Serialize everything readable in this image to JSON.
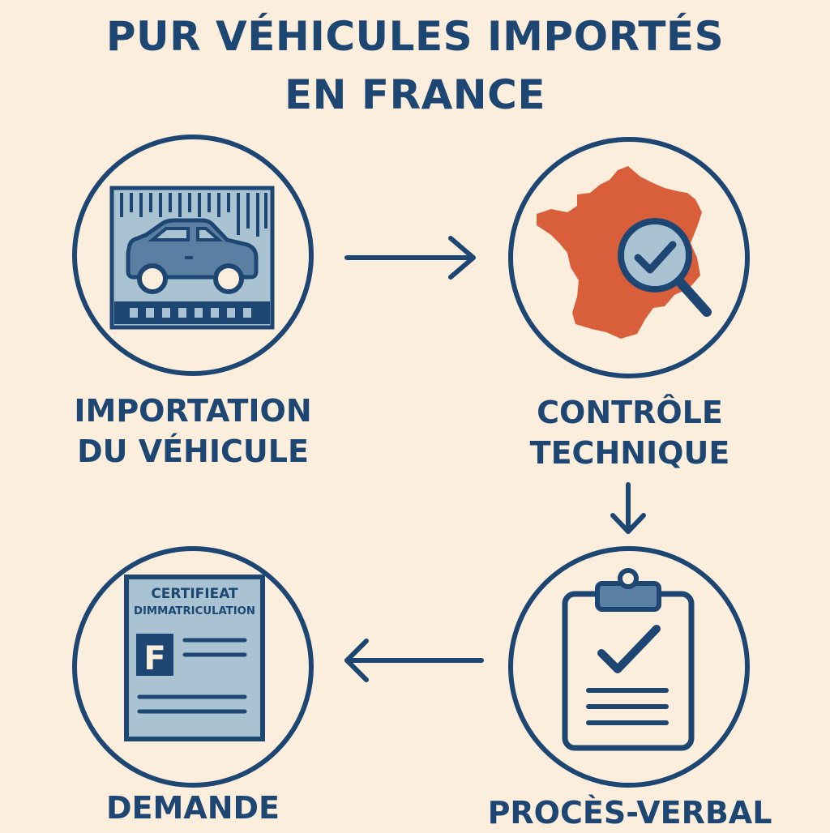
{
  "title": {
    "line1": "PUR VÉHICULES IMPORTÉS",
    "line2": "EN FRANCE"
  },
  "steps": [
    {
      "line1": "IMPORTATION",
      "line2": "DU VÉHICULE",
      "icon": "car-in-garage-icon"
    },
    {
      "line1": "CONTRÔLE",
      "line2": "TECHNIQUE",
      "icon": "france-map-magnifier-icon"
    },
    {
      "line1": "PROCÈS-VERBAL",
      "line2": "",
      "icon": "clipboard-check-icon"
    },
    {
      "line1": "DEMANDE",
      "line2": "",
      "icon": "certificate-document-icon"
    }
  ],
  "certificate": {
    "line1": "CERTIFIEAT",
    "line2": "DIMMATRICULATION",
    "letter": "F"
  },
  "colors": {
    "background": "#fbeedd",
    "navy": "#1d4673",
    "light_blue": "#a9c3d3",
    "orange": "#d95f3a"
  }
}
